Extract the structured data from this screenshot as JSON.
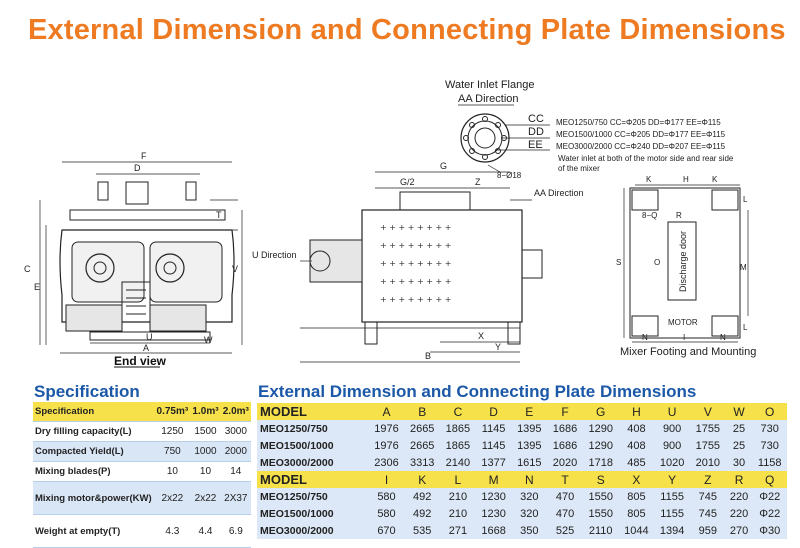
{
  "title": "External Dimension and Connecting Plate Dimensions",
  "drawings": {
    "water_inlet": {
      "title": "Water Inlet Flange",
      "subtitle": "AA Direction",
      "labels": {
        "cc": "CC",
        "dd": "DD",
        "ee": "EE",
        "holes": "8−Ø18"
      },
      "specs": [
        "MEO1250/750    CC=Φ205   DD=Φ177   EE=Φ115",
        "MEO1500/1000   CC=Φ205   DD=Φ177   EE=Φ115",
        "MEO3000/2000   CC=Φ240   DD=Φ207   EE=Φ115"
      ],
      "note_1": "Water inlet at both of the motor side and rear side",
      "note_2": "of the mixer"
    },
    "end_view": {
      "caption": "End view",
      "labels": {
        "f": "F",
        "d": "D",
        "t": "T",
        "c": "C",
        "e": "E",
        "v": "V",
        "u": "U",
        "a": "A",
        "w": "W"
      }
    },
    "side_view": {
      "labels": {
        "g": "G",
        "g2": "G/2",
        "z": "Z",
        "x": "X",
        "y": "Y",
        "b": "B"
      },
      "u_direction": "U Direction",
      "aa_direction": "AA Direction"
    },
    "footing": {
      "caption": "Mixer Footing and Mounting",
      "labels": {
        "k1": "K",
        "h": "H",
        "k2": "K",
        "l1": "L",
        "l2": "L",
        "q": "8−Q",
        "r": "R",
        "s": "S",
        "o": "O",
        "m": "M",
        "n1": "N",
        "i": "I",
        "n2": "N"
      },
      "door": "Discharge door",
      "motor": "MOTOR"
    }
  },
  "spec_section": {
    "heading": "Specification",
    "header": [
      "Specification",
      "0.75m³",
      "1.0m³",
      "2.0m³"
    ],
    "rows": [
      [
        "Dry filling capacity(L)",
        "1250",
        "1500",
        "3000"
      ],
      [
        "Compacted Yield(L)",
        "750",
        "1000",
        "2000"
      ],
      [
        "Mixing blades(P)",
        "10",
        "10",
        "14"
      ],
      [
        "Mixing motor&power(KW)",
        "2x22",
        "2x22",
        "2X37"
      ],
      [
        "Weight at empty(T)",
        "4.3",
        "4.4",
        "6.9"
      ]
    ]
  },
  "dim_section": {
    "heading": "External Dimension and Connecting Plate Dimensions",
    "header1": [
      "MODEL",
      "A",
      "B",
      "C",
      "D",
      "E",
      "F",
      "G",
      "H",
      "U",
      "V",
      "W",
      "O"
    ],
    "rows1": [
      [
        "MEO1250/750",
        "1976",
        "2665",
        "1865",
        "1145",
        "1395",
        "1686",
        "1290",
        "408",
        "900",
        "1755",
        "25",
        "730"
      ],
      [
        "MEO1500/1000",
        "1976",
        "2665",
        "1865",
        "1145",
        "1395",
        "1686",
        "1290",
        "408",
        "900",
        "1755",
        "25",
        "730"
      ],
      [
        "MEO3000/2000",
        "2306",
        "3313",
        "2140",
        "1377",
        "1615",
        "2020",
        "1718",
        "485",
        "1020",
        "2010",
        "30",
        "1158"
      ]
    ],
    "header2": [
      "MODEL",
      "I",
      "K",
      "L",
      "M",
      "N",
      "T",
      "S",
      "X",
      "Y",
      "Z",
      "R",
      "Q"
    ],
    "rows2": [
      [
        "MEO1250/750",
        "580",
        "492",
        "210",
        "1230",
        "320",
        "470",
        "1550",
        "805",
        "1155",
        "745",
        "220",
        "Φ22"
      ],
      [
        "MEO1500/1000",
        "580",
        "492",
        "210",
        "1230",
        "320",
        "470",
        "1550",
        "805",
        "1155",
        "745",
        "220",
        "Φ22"
      ],
      [
        "MEO3000/2000",
        "670",
        "535",
        "271",
        "1668",
        "350",
        "525",
        "2110",
        "1044",
        "1394",
        "959",
        "270",
        "Φ30"
      ]
    ]
  }
}
